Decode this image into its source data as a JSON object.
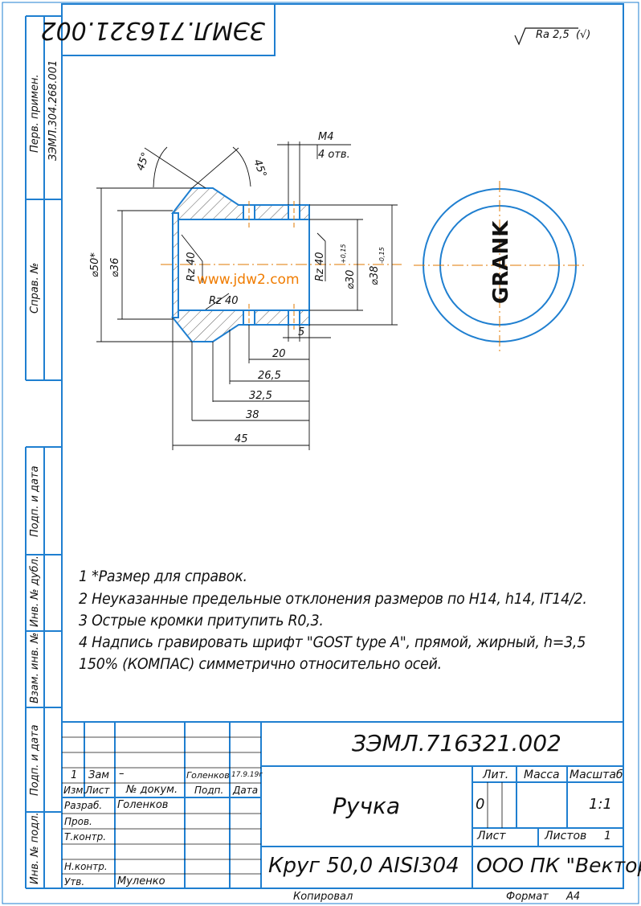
{
  "drawing": {
    "code_top": "ЗЭМЛ.716321.002",
    "roughness": "Ra 2,5",
    "roughness_suffix": "(√)",
    "watermark": "www.jdw2.com"
  },
  "margin_labels": {
    "perv_primen": "Перв. примен.",
    "perv_primen_value": "ЗЭМЛ.304.268.001",
    "sprav": "Справ. №",
    "podp_data_1": "Подп. и дата",
    "inv_dubl": "Инв. № дубл.",
    "vzam_inv": "Взам. инв. №",
    "podp_data_2": "Подп. и дата",
    "inv_podl": "Инв. № подл."
  },
  "dimensions": {
    "angle_left": "45°",
    "angle_right": "45°",
    "thread": "M4",
    "holes": "4 отв.",
    "d50": "⌀50*",
    "d36": "⌀36",
    "d30": "⌀30",
    "d30_tol": "+0,15",
    "d38": "⌀38",
    "d38_tol": "-0,15",
    "rz_left": "Rz 40",
    "rz_bottom": "Rz 40",
    "rz_right": "Rz 40",
    "l5": "5",
    "l20": "20",
    "l26": "26,5",
    "l32": "32,5",
    "l38": "38",
    "l45": "45",
    "engraving": "GRANK"
  },
  "notes": [
    "1  *Размер для справок.",
    "2  Неуказанные предельные отклонения размеров по H14, h14, IT14/2.",
    "3  Острые кромки притупить R0,3.",
    "4  Надпись гравировать шрифт \"GOST type A\", прямой, жирный, h=3,5",
    "150% (КОМПАС) симметрично относительно осей."
  ],
  "title_block": {
    "code": "ЗЭМЛ.716321.002",
    "name": "Ручка",
    "material": "Круг 50,0 AISI304",
    "company": "ООО ПК \"Вектор\"",
    "lit_label": "Лит.",
    "mass_label": "Масса",
    "scale_label": "Масштаб",
    "lit_value": "0",
    "scale_value": "1:1",
    "sheet_label": "Лист",
    "sheets_label": "Листов",
    "sheets_value": "1",
    "rev_num": "1",
    "rev_zam": "Зам",
    "rev_dash": "–",
    "rev_name": "Голенков",
    "rev_date": "17.9.19г",
    "hdr_izm": "Изм.",
    "hdr_list": "Лист",
    "hdr_doc": "№ докум.",
    "hdr_podp": "Подп.",
    "hdr_data": "Дата",
    "razrab": "Разраб.",
    "razrab_name": "Голенков",
    "prov": "Пров.",
    "tkontr": "Т.контр.",
    "nkontr": "Н.контр.",
    "utv": "Утв.",
    "utv_name": "Муленко",
    "copied": "Копировал",
    "format_label": "Формат",
    "format_value": "A4"
  }
}
